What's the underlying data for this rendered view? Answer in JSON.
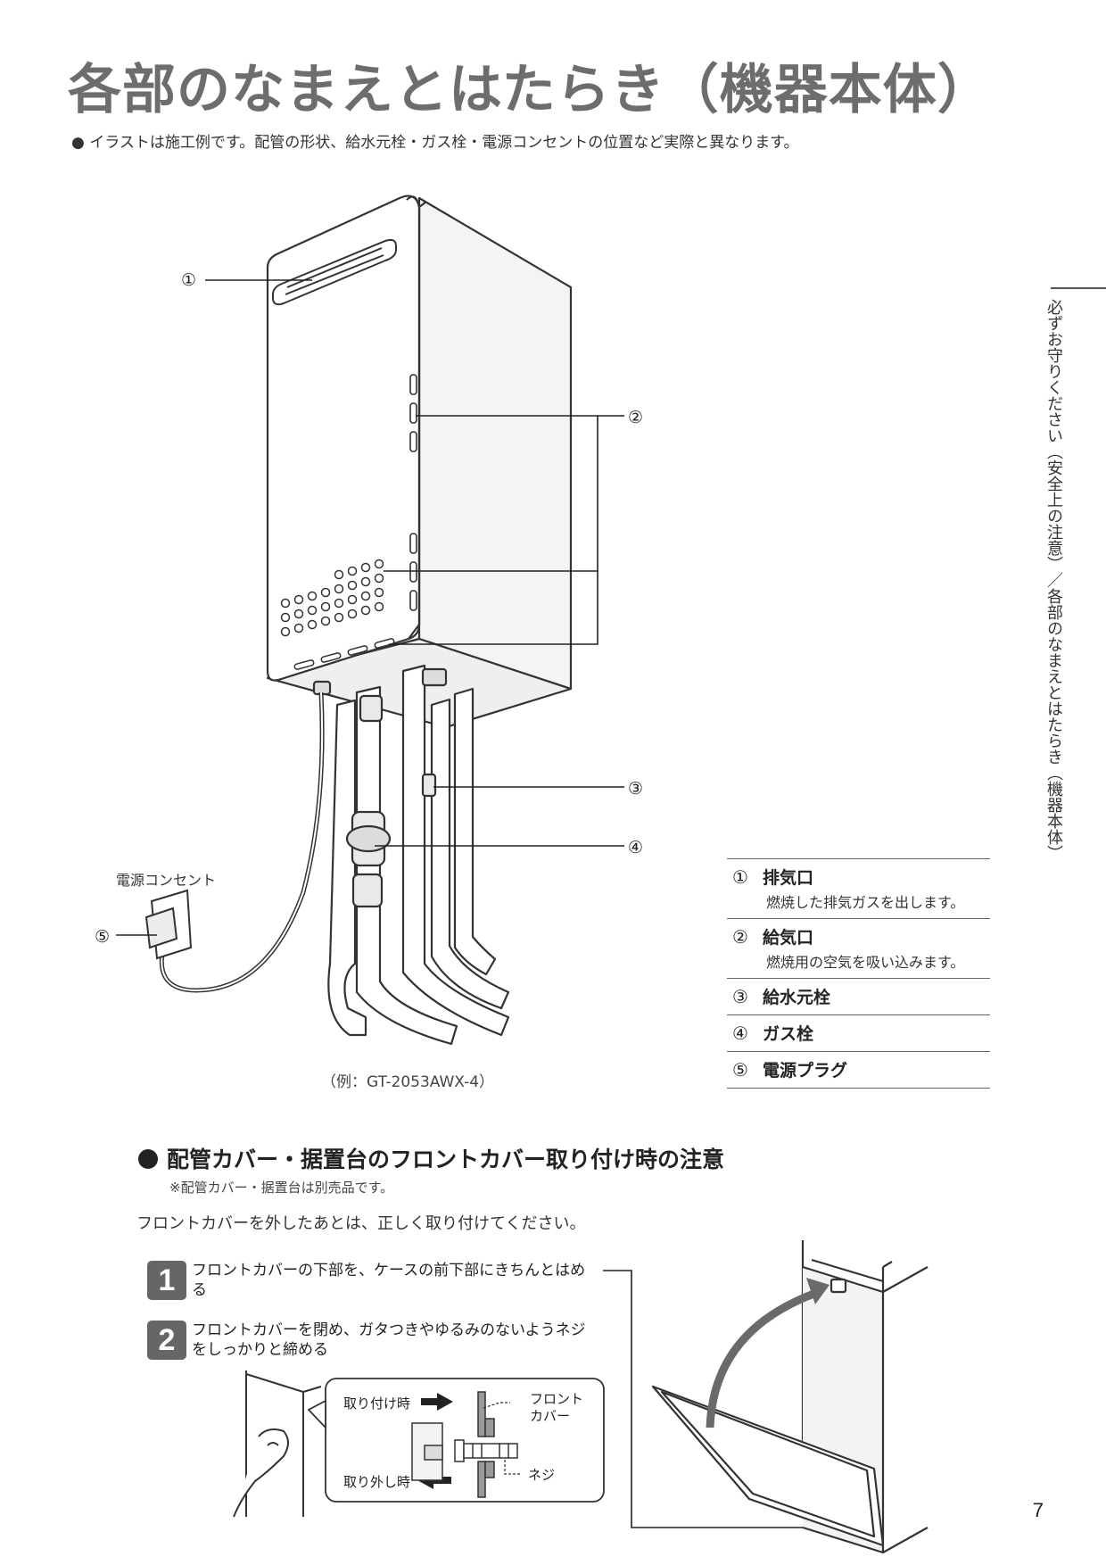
{
  "title": "各部のなまえとはたらき（機器本体）",
  "note": "● イラストは施工例です。配管の形状、給水元栓・ガス栓・電源コンセントの位置など実際と異なります。",
  "side_tab": "必ずお守りください（安全上の注意）／各部のなまえとはたらき（機器本体）",
  "figure": {
    "callouts": [
      "①",
      "②",
      "③",
      "④",
      "⑤"
    ],
    "outlet_label": "電源コンセント",
    "caption": "（例：GT-2053AWX-4）"
  },
  "parts": [
    {
      "num": "①",
      "name": "排気口",
      "desc": "燃焼した排気ガスを出します。"
    },
    {
      "num": "②",
      "name": "給気口",
      "desc": "燃焼用の空気を吸い込みます。"
    },
    {
      "num": "③",
      "name": "給水元栓",
      "desc": ""
    },
    {
      "num": "④",
      "name": "ガス栓",
      "desc": ""
    },
    {
      "num": "⑤",
      "name": "電源プラグ",
      "desc": ""
    }
  ],
  "section": {
    "heading": "配管カバー・据置台のフロントカバー取り付け時の注意",
    "subnote": "※配管カバー・据置台は別売品です。",
    "body": "フロントカバーを外したあとは、正しく取り付けてください。",
    "steps": [
      {
        "num": "1",
        "text": "フロントカバーの下部を、ケースの前下部にきちんとはめる"
      },
      {
        "num": "2",
        "text": "フロントカバーを閉め、ガタつきやゆるみのないようネジをしっかりと締める"
      }
    ],
    "inset": {
      "attach": "取り付け時",
      "remove": "取り外し時",
      "front_cover": "フロント\nカバー",
      "screw": "ネジ"
    }
  },
  "page_number": "7"
}
